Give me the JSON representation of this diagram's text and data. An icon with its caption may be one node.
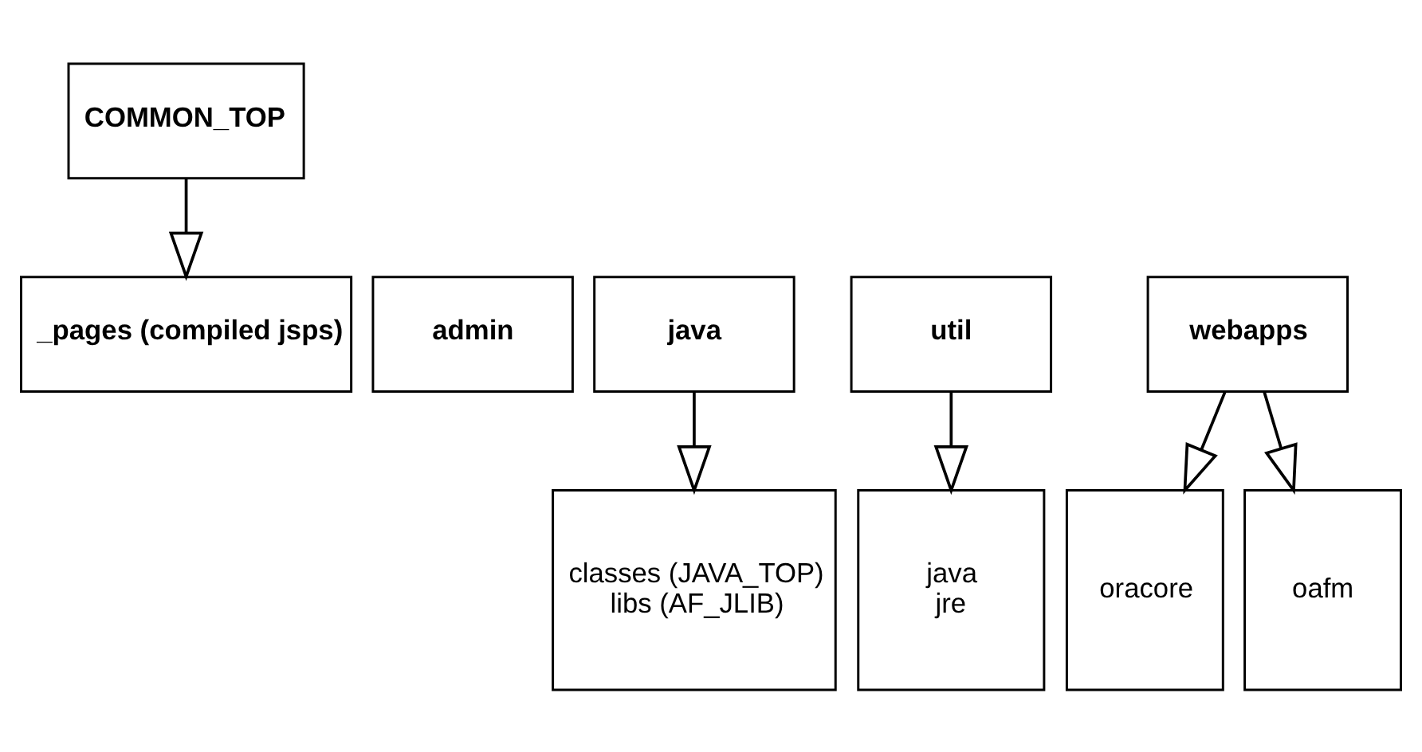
{
  "diagram": {
    "nodes": [
      {
        "text": [
          "COMMON_TOP"
        ]
      },
      {
        "text": [
          "admin"
        ]
      },
      {
        "text": [
          "java"
        ]
      },
      {
        "text": [
          "_pages (compiled jsps)"
        ]
      },
      {
        "text": [
          "util"
        ]
      },
      {
        "text": [
          "webapps"
        ]
      },
      {
        "text": [
          "classes (JAVA_TOP)",
          "libs (AF_JLIB)"
        ]
      },
      {
        "text": [
          "java",
          "jre"
        ]
      },
      {
        "text": [
          "oracore"
        ]
      },
      {
        "text": [
          "oafm"
        ]
      }
    ],
    "edges": [
      {
        "from": 0,
        "to": 3,
        "arrow": "to"
      },
      {
        "from": 2,
        "to": 6,
        "arrow": "to"
      },
      {
        "from": 4,
        "to": 7,
        "arrow": "to"
      },
      {
        "from": 5,
        "to": 8,
        "arrow": "to"
      },
      {
        "from": 5,
        "to": 9,
        "arrow": "to"
      }
    ]
  }
}
